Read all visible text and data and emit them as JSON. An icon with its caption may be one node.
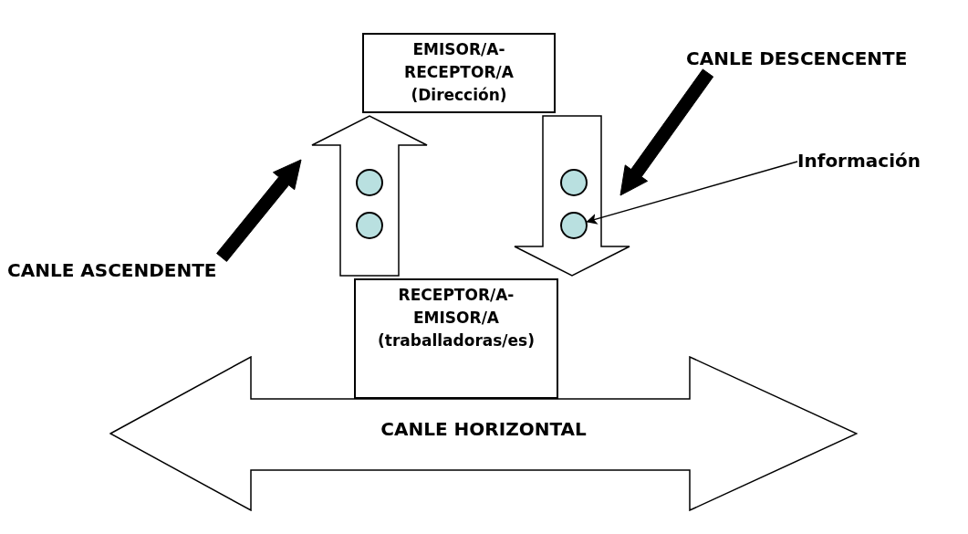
{
  "diagram": {
    "nodes": [
      {
        "text": [
          "EMISOR/A- RECEPTOR/A (Dirección)"
        ]
      },
      {
        "text": [
          "CANLE DESCENCENTE"
        ]
      },
      {
        "text": [],
        "shape": "circle"
      },
      {
        "text": [],
        "shape": "circle"
      },
      {
        "text": [
          "Información"
        ]
      },
      {
        "text": [],
        "shape": "circle"
      },
      {
        "text": [],
        "shape": "circle"
      },
      {
        "text": [
          "CANLE ASCENDENTE"
        ]
      },
      {
        "text": [
          "RECEPTOR/A- EMISOR/A (traballadoras/es)"
        ]
      },
      {
        "text": [
          "CANLE HORIZONTAL"
        ]
      }
    ],
    "edges": [
      {
        "from": 8,
        "to": 0,
        "arrow": "to",
        "style": "thick"
      },
      {
        "from": 0,
        "to": 8,
        "arrow": "to",
        "style": "thick"
      },
      {
        "from": 7,
        "to": null,
        "arrow": "to",
        "style": "thick"
      },
      {
        "from": 1,
        "to": null,
        "arrow": "to",
        "style": "thick"
      },
      {
        "from": 4,
        "to": 6,
        "arrow": "to"
      }
    ]
  }
}
